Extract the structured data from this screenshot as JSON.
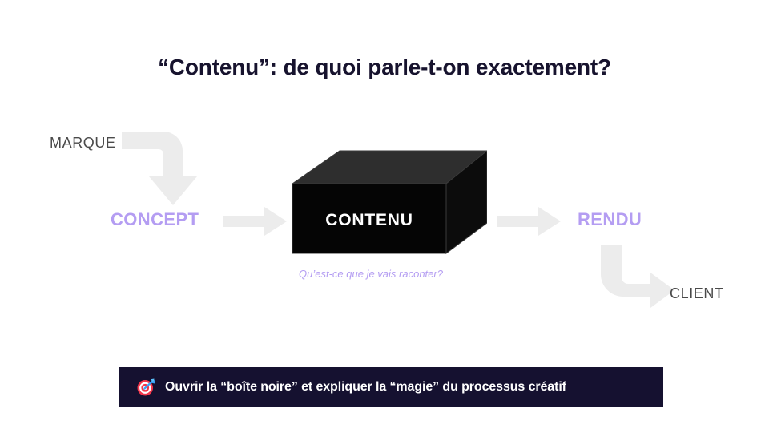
{
  "slide": {
    "title": "“Contenu”: de quoi parle-t-on exactement?",
    "background_color": "#ffffff"
  },
  "flow": {
    "nodes": [
      {
        "id": "marque",
        "label": "MARQUE",
        "color": "#4a4a4a"
      },
      {
        "id": "concept",
        "label": "CONCEPT",
        "color": "#b49df2"
      },
      {
        "id": "contenu",
        "label": "CONTENU",
        "color": "#ffffff"
      },
      {
        "id": "rendu",
        "label": "RENDU",
        "color": "#b49df2"
      },
      {
        "id": "client",
        "label": "CLIENT",
        "color": "#4a4a4a"
      }
    ],
    "box_caption": "Qu’est-ce que je vais raconter?",
    "arrow_color": "#ececec",
    "arrows": [
      {
        "id": "marque-to-concept",
        "type": "elbow-down"
      },
      {
        "id": "concept-to-contenu",
        "type": "straight-right"
      },
      {
        "id": "contenu-to-rendu",
        "type": "straight-right"
      },
      {
        "id": "rendu-to-client",
        "type": "elbow-right"
      }
    ],
    "box": {
      "front_color": "#050505",
      "top_color": "#2e2e2e",
      "side_color": "#0c0c0c"
    }
  },
  "banner": {
    "icon": "direct-hit-target-icon",
    "text": "Ouvrir la “boîte noire” et expliquer la “magie” du processus créatif",
    "background_color": "#151130",
    "text_color": "#ffffff"
  }
}
